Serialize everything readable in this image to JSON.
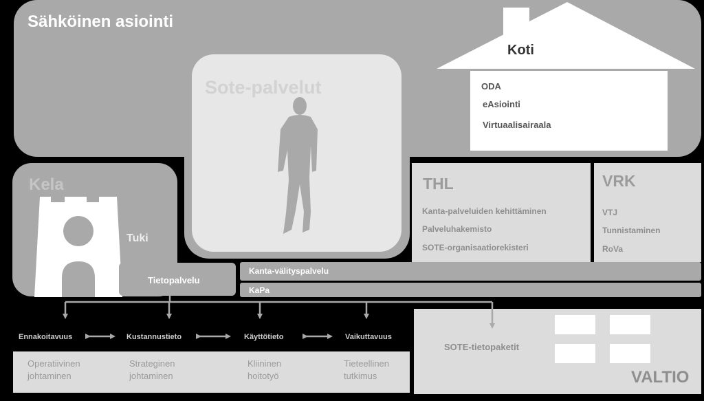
{
  "top": {
    "title": "Sähköinen asiointi"
  },
  "sote": {
    "title": "Sote-palvelut",
    "icon": "person-icon"
  },
  "koti": {
    "title": "Koti",
    "items": [
      "ODA",
      "eAsiointi",
      "Virtuaalisairaala"
    ]
  },
  "kela": {
    "title": "Kela",
    "icon": "tower-icon",
    "tuki": "Tuki",
    "tietopalvelu": "Tietopalvelu"
  },
  "thl": {
    "title": "THL",
    "items": [
      "Kanta-palveluiden kehittäminen",
      "Palveluhakemisto",
      "SOTE-organisaatiorekisteri"
    ]
  },
  "vrk": {
    "title": "VRK",
    "items": [
      "VTJ",
      "Tunnistaminen",
      "RoVa"
    ]
  },
  "bars": {
    "kanta": "Kanta-välityspalvelu",
    "kapa": "KaPa"
  },
  "usage": {
    "items": [
      "Ennakoitavuus",
      "Kustannustieto",
      "Käyttötieto",
      "Vaikuttavuus"
    ]
  },
  "management": {
    "items": [
      {
        "line1": "Operatiivinen",
        "line2": "johtaminen"
      },
      {
        "line1": "Strateginen",
        "line2": "johtaminen"
      },
      {
        "line1": "Kliininen",
        "line2": "hoitotyö"
      },
      {
        "line1": "Tieteellinen",
        "line2": "tutkimus"
      }
    ]
  },
  "valtio": {
    "title": "VALTIO",
    "paketit": "SOTE-tietopaketit"
  },
  "colors": {
    "background": "#000000",
    "region_gray": "#a9a9a9",
    "light_gray": "#dcdcdc",
    "white": "#ffffff"
  }
}
